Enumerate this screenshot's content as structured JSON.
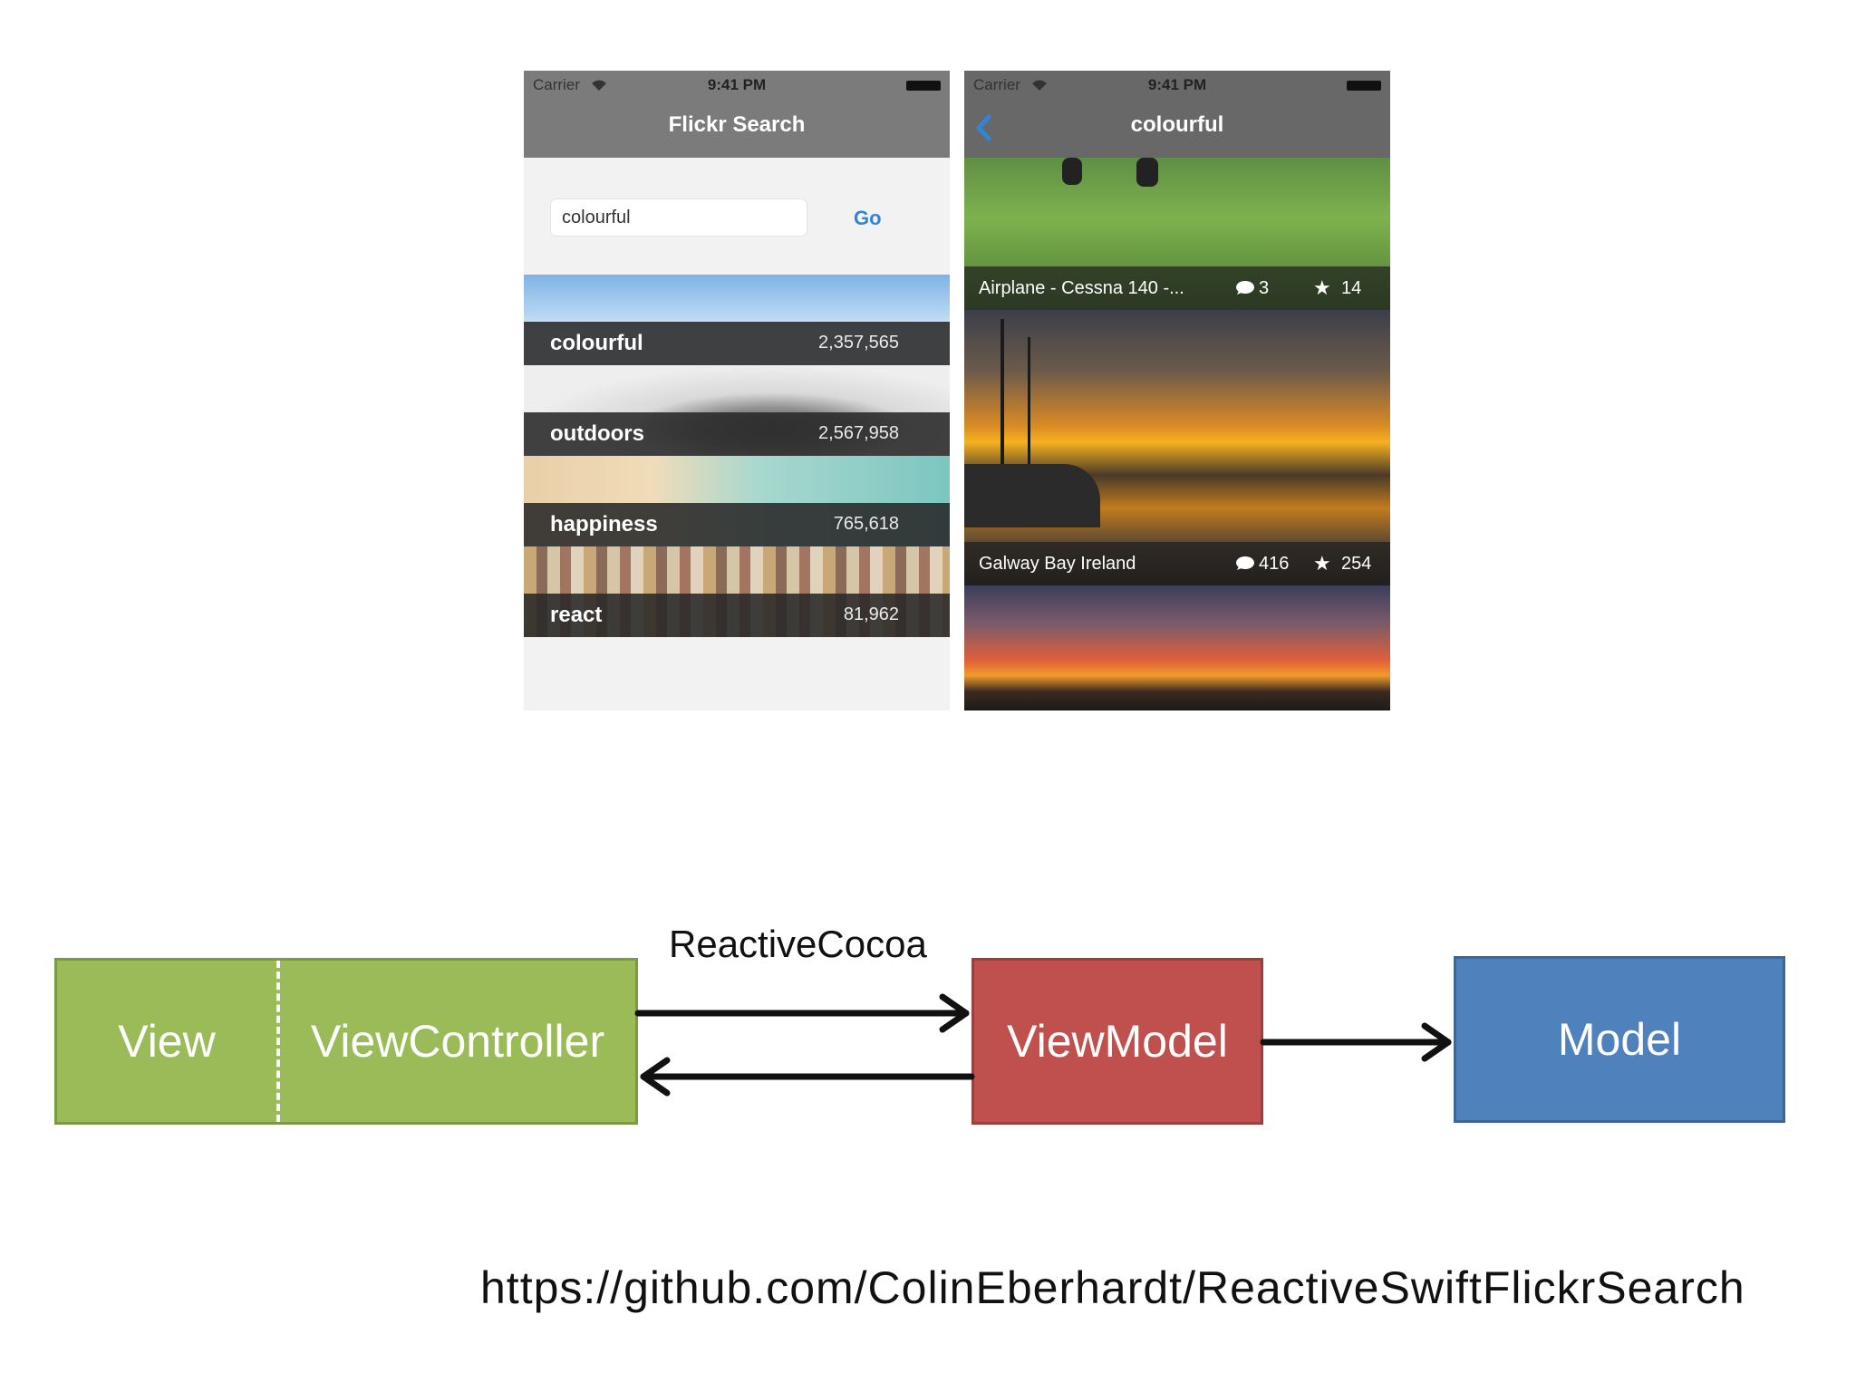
{
  "phone_left": {
    "status": {
      "carrier": "Carrier",
      "time": "9:41 PM"
    },
    "nav_title": "Flickr Search",
    "search_value": "colourful",
    "go_label": "Go",
    "tags": [
      {
        "name": "colourful",
        "count": "2,357,565"
      },
      {
        "name": "outdoors",
        "count": "2,567,958"
      },
      {
        "name": "happiness",
        "count": "765,618"
      },
      {
        "name": "react",
        "count": "81,962"
      }
    ]
  },
  "phone_right": {
    "status": {
      "carrier": "Carrier",
      "time": "9:41 PM"
    },
    "nav_title": "colourful",
    "photos": [
      {
        "title": "Airplane - Cessna 140 -...",
        "comments": "3",
        "favorites": "14"
      },
      {
        "title": "Galway Bay Ireland",
        "comments": "416",
        "favorites": "254"
      }
    ]
  },
  "diagram": {
    "arrow_label": "ReactiveCocoa",
    "view_label": "View",
    "viewcontroller_label": "ViewController",
    "viewmodel_label": "ViewModel",
    "model_label": "Model",
    "colors": {
      "view": "#9bbb59",
      "viewmodel": "#c0504d",
      "model": "#4f81bd"
    }
  },
  "url": "https://github.com/ColinEberhardt/ReactiveSwiftFlickrSearch",
  "icons": [
    "wifi-icon",
    "battery-icon",
    "back-chevron-icon",
    "comment-icon",
    "star-icon"
  ]
}
